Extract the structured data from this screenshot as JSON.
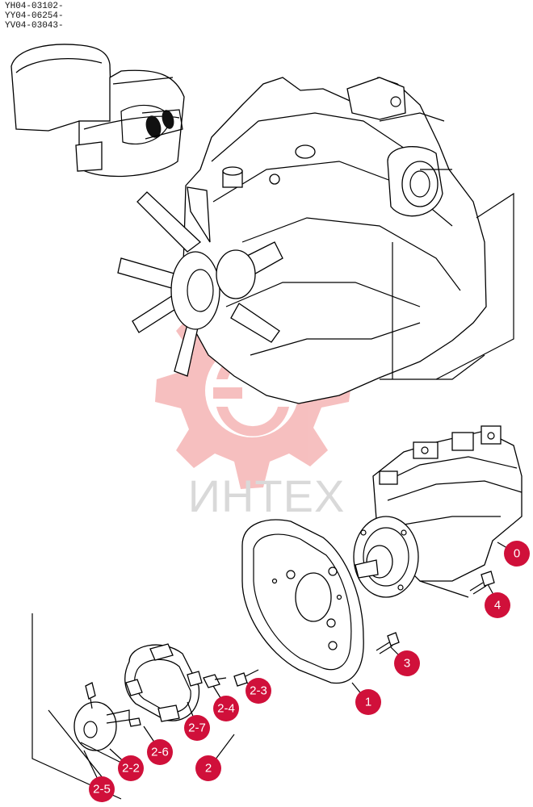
{
  "serial_numbers": [
    "YH04-03102-",
    "YY04-06254-",
    "YV04-03043-"
  ],
  "watermark": {
    "text": "ИНТЕХ"
  },
  "colors": {
    "callout": "#d0103a",
    "watermark_gear": "#f5b5b5",
    "watermark_text": "#d9d9d9",
    "line": "#000000"
  },
  "callouts": [
    {
      "id": "0",
      "label": "0"
    },
    {
      "id": "1",
      "label": "1"
    },
    {
      "id": "2",
      "label": "2"
    },
    {
      "id": "2-2",
      "label": "2-2"
    },
    {
      "id": "2-3",
      "label": "2-3"
    },
    {
      "id": "2-4",
      "label": "2-4"
    },
    {
      "id": "2-5",
      "label": "2-5"
    },
    {
      "id": "2-6",
      "label": "2-6"
    },
    {
      "id": "2-7",
      "label": "2-7"
    },
    {
      "id": "3",
      "label": "3"
    },
    {
      "id": "4",
      "label": "4"
    }
  ]
}
